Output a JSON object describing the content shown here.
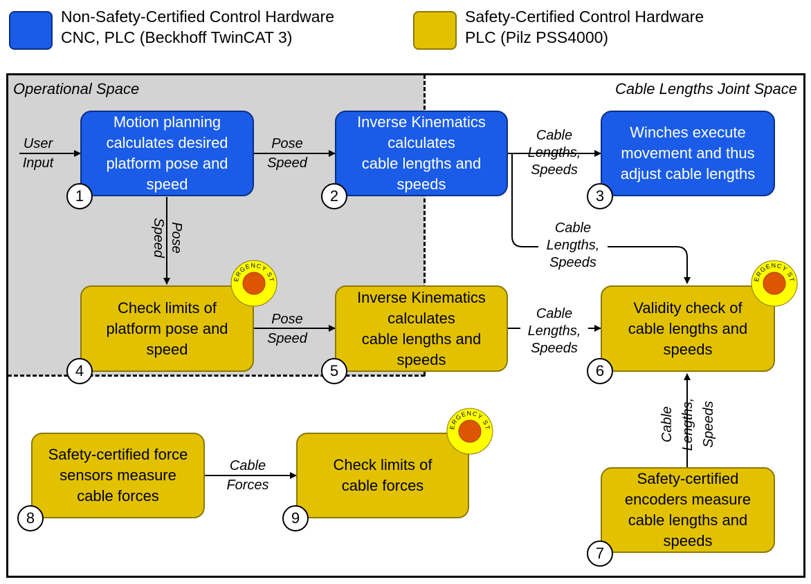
{
  "legend": [
    {
      "lines": [
        "Non-Safety-Certified Control Hardware",
        "CNC, PLC (Beckhoff TwinCAT 3)"
      ],
      "color": "#1a5ce8"
    },
    {
      "lines": [
        "Safety-Certified Control Hardware",
        "PLC (Pilz PSS4000)"
      ],
      "color": "#e2c200"
    }
  ],
  "regions": {
    "operational": "Operational Space",
    "joint": "Cable Lengths Joint Space"
  },
  "nodes": [
    {
      "num": "1",
      "lines": [
        "Motion planning",
        "calculates desired",
        "platform pose and",
        "speed"
      ],
      "type": "non-safety"
    },
    {
      "num": "2",
      "lines": [
        "Inverse Kinematics",
        "calculates",
        "cable lengths and",
        "speeds"
      ],
      "type": "non-safety"
    },
    {
      "num": "3",
      "lines": [
        "Winches execute",
        "movement and thus",
        "adjust cable lengths"
      ],
      "type": "non-safety"
    },
    {
      "num": "4",
      "lines": [
        "Check limits of",
        "platform pose and",
        "speed"
      ],
      "type": "safety",
      "emergency": true
    },
    {
      "num": "5",
      "lines": [
        "Inverse Kinematics",
        "calculates",
        "cable lengths and",
        "speeds"
      ],
      "type": "safety"
    },
    {
      "num": "6",
      "lines": [
        "Validity check of",
        "cable lengths and",
        "speeds"
      ],
      "type": "safety",
      "emergency": true
    },
    {
      "num": "7",
      "lines": [
        "Safety-certified",
        "encoders measure",
        "cable lengths and",
        "speeds"
      ],
      "type": "safety"
    },
    {
      "num": "8",
      "lines": [
        "Safety-certified force",
        "sensors measure",
        "cable forces"
      ],
      "type": "safety"
    },
    {
      "num": "9",
      "lines": [
        "Check limits of",
        "cable forces"
      ],
      "type": "safety",
      "emergency": true
    }
  ],
  "edges": [
    {
      "from": "input",
      "to": "1",
      "label": [
        "User",
        "Input"
      ]
    },
    {
      "from": "1",
      "to": "2",
      "label": [
        "Pose",
        "Speed"
      ]
    },
    {
      "from": "1",
      "to": "4",
      "label": [
        "Pose",
        "Speed"
      ]
    },
    {
      "from": "2",
      "to": "3",
      "label": [
        "Cable",
        "Lengths,",
        "Speeds"
      ]
    },
    {
      "from": "2",
      "to": "6",
      "label": [
        "Cable",
        "Lengths,",
        "Speeds"
      ]
    },
    {
      "from": "4",
      "to": "5",
      "label": [
        "Pose",
        "Speed"
      ]
    },
    {
      "from": "5",
      "to": "6",
      "label": [
        "Cable",
        "Lengths,",
        "Speeds"
      ]
    },
    {
      "from": "7",
      "to": "6",
      "label": [
        "Cable",
        "Lengths,",
        "Speeds"
      ]
    },
    {
      "from": "8",
      "to": "9",
      "label": [
        "Cable",
        "Forces"
      ]
    }
  ],
  "emergency_stop": {
    "text": "EMERGENCY STOP",
    "ring_color": "#ffff00",
    "button_color": "#dd5500"
  },
  "colors": {
    "non_safety": "#1a5ce8",
    "safety": "#e2c200",
    "operational_bg": "#d3d3d3"
  }
}
